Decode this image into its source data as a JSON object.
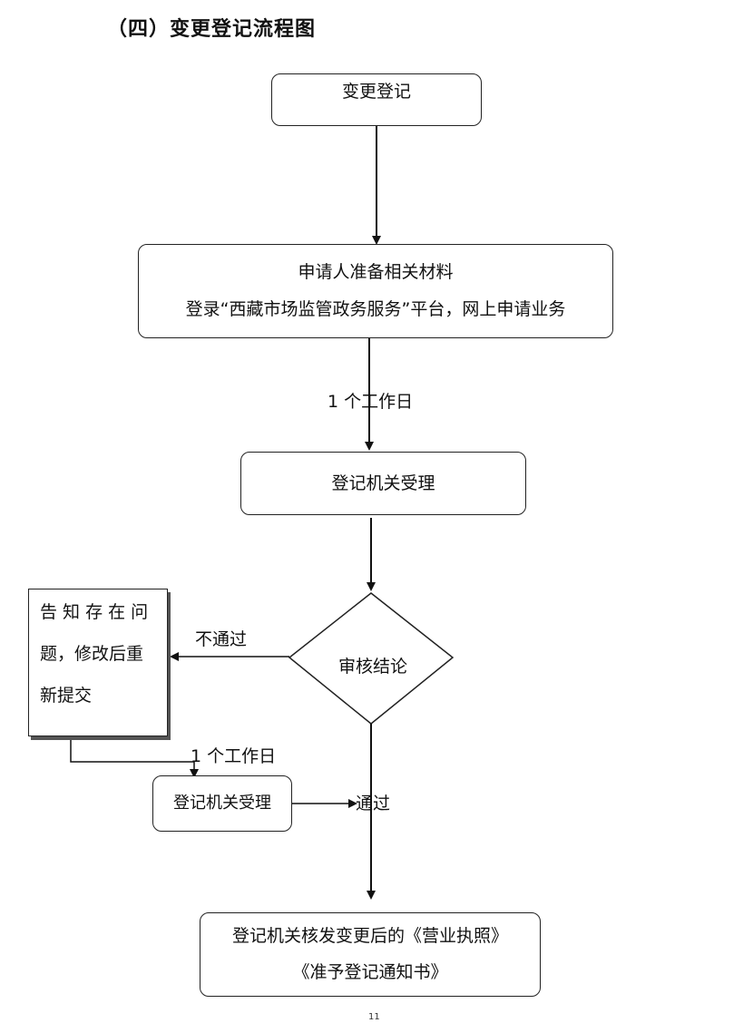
{
  "page": {
    "title": "（四）变更登记流程图",
    "page_number": "11"
  },
  "flow": {
    "step1": "变更登记",
    "step2_line1": "申请人准备相关材料",
    "step2_line2": "登录“西藏市场监管政务服务”平台，网上申请业务",
    "time1": "1 个工作日",
    "step3": "登记机关受理",
    "decision": "审核结论",
    "reject_label": "不通过",
    "reject_box_lines": [
      "告 知 存 在 问",
      "题，修改后重",
      "新提交"
    ],
    "time2": "1 个工作日",
    "step4": "登记机关受理",
    "pass_label": "通过",
    "final_line1": "登记机关核发变更后的《营业执照》",
    "final_line2": "《准予登记通知书》"
  }
}
